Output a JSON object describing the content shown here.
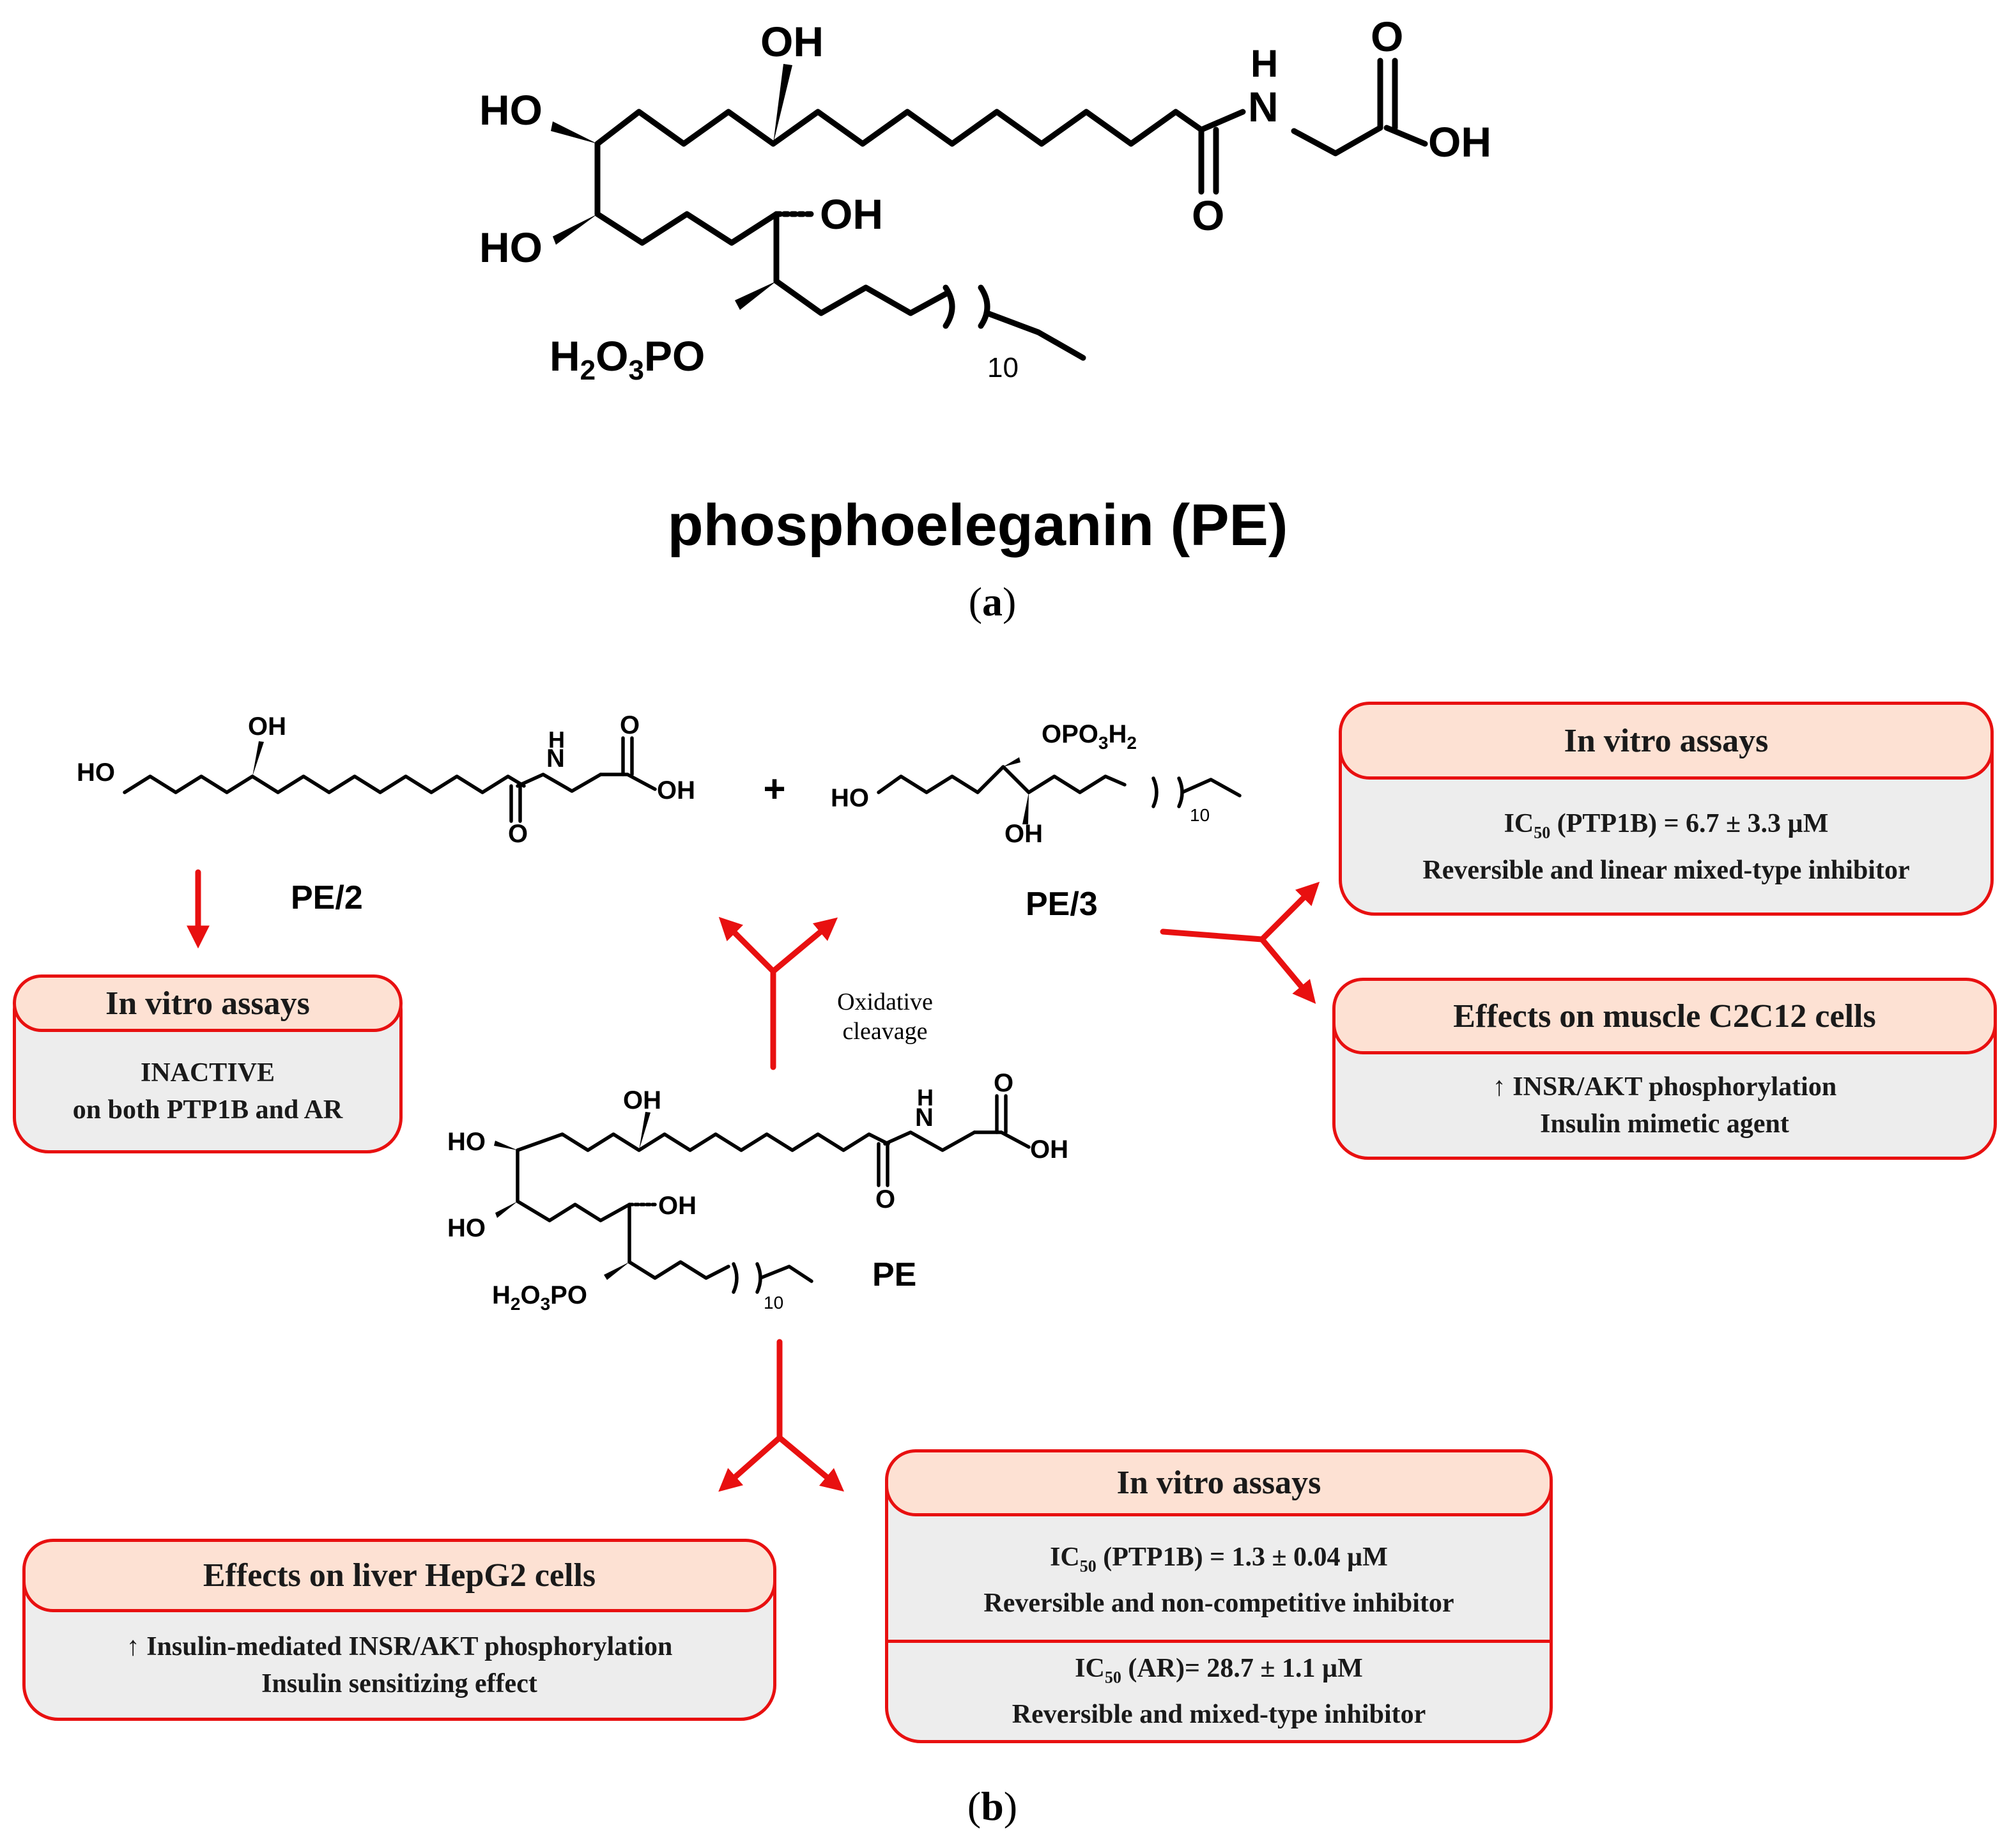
{
  "panel_a": {
    "title": "phosphoeleganin (PE)",
    "label": "a"
  },
  "panel_b": {
    "label": "b",
    "plus_sign": "+",
    "oxidative_cleavage": [
      "Oxidative",
      "cleavage"
    ],
    "compounds": {
      "pe2": "PE/2",
      "pe3": "PE/3",
      "pe": "PE"
    },
    "atoms": {
      "oh": "OH",
      "ho": "HO",
      "h": "H",
      "n": "N",
      "o": "O",
      "h2o3po": "H2O3PO",
      "opo3h2": "OPO3H2",
      "n10": "10"
    },
    "boxes": {
      "pe2_assays": {
        "title": "In vitro assays",
        "lines": [
          "INACTIVE",
          "on both PTP1B and AR"
        ]
      },
      "pe3_assays": {
        "title": "In vitro assays",
        "ic_prefix": "IC",
        "ic_sub": "50",
        "ic_rest": " (PTP1B) = 6.7 ± 3.3 µM",
        "line2": "Reversible and linear mixed-type inhibitor"
      },
      "pe3_muscle": {
        "title": "Effects on muscle C2C12 cells",
        "lines": [
          "↑ INSR/AKT phosphorylation",
          "Insulin mimetic agent"
        ]
      },
      "pe_liver": {
        "title": "Effects on liver HepG2 cells",
        "lines": [
          "↑ Insulin-mediated INSR/AKT phosphorylation",
          "Insulin sensitizing effect"
        ]
      },
      "pe_assays": {
        "title": "In vitro assays",
        "ptp1b_prefix": "IC",
        "ptp1b_sub": "50",
        "ptp1b_rest": " (PTP1B) = 1.3 ± 0.04 µM",
        "ptp1b_line2": "Reversible and non-competitive inhibitor",
        "ar_prefix": "IC",
        "ar_sub": "50",
        "ar_rest": "  (AR)= 28.7 ± 1.1 µM",
        "ar_line2": "Reversible and mixed-type inhibitor"
      }
    }
  },
  "colors": {
    "accent_red": "#e81010",
    "box_head_fill": "#fde1d3",
    "box_body_fill": "#ededed"
  }
}
